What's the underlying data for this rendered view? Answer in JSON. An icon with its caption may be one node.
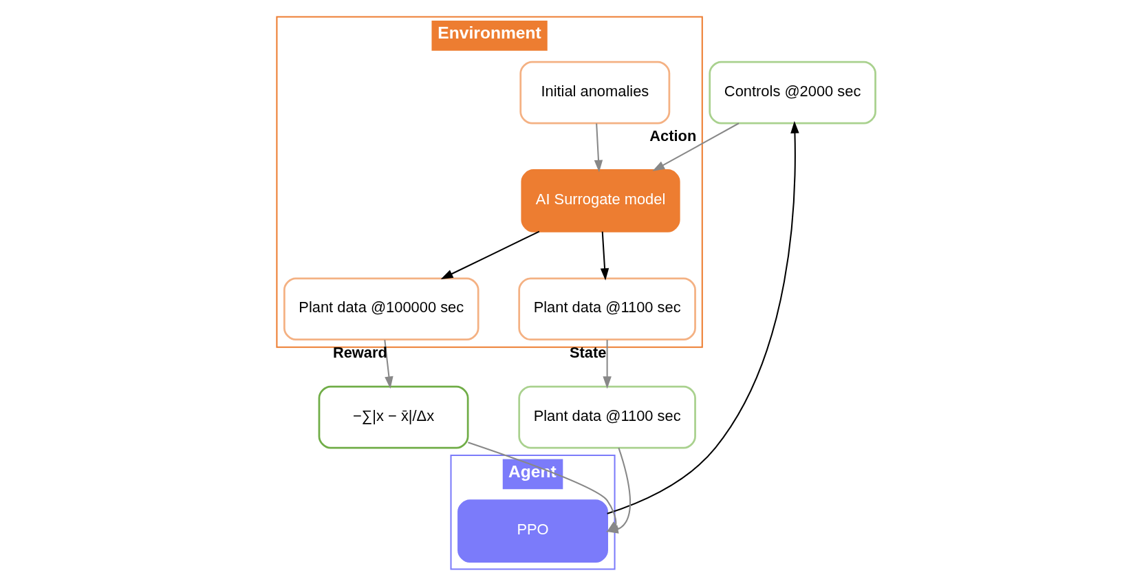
{
  "diagram": {
    "nodes": [
      {
        "text": [
          "Environment"
        ]
      },
      {
        "text": [
          "Initial anomalies"
        ],
        "in": 0
      },
      {
        "text": [
          "AI Surrogate model"
        ],
        "in": 0
      },
      {
        "text": [
          "Plant data @100000 sec"
        ],
        "in": 0
      },
      {
        "text": [
          "Plant data @1100 sec"
        ],
        "in": 0
      },
      {
        "text": [
          "Agent"
        ]
      },
      {
        "text": [
          "PPO"
        ],
        "in": 5
      },
      {
        "text": [
          "Controls @2000 sec"
        ]
      },
      {
        "text": [
          "Plant data @1100 sec"
        ]
      },
      {
        "text": [
          "−∑|x − x̄|/Δx"
        ]
      }
    ],
    "edges": [
      {
        "from": 1,
        "to": 2,
        "arrow": "to"
      },
      {
        "from": 7,
        "to": 2,
        "arrow": "to",
        "label": "Action"
      },
      {
        "from": 2,
        "to": 3,
        "arrow": "to",
        "color": "#000000"
      },
      {
        "from": 2,
        "to": 4,
        "arrow": "to",
        "color": "#000000"
      },
      {
        "from": 4,
        "to": 8,
        "arrow": "to",
        "label": "State"
      },
      {
        "from": 3,
        "to": 9,
        "arrow": "to",
        "label": "Reward"
      },
      {
        "from": 8,
        "to": 6,
        "arrow": "to"
      },
      {
        "from": 9,
        "to": 6,
        "arrow": "to"
      },
      {
        "from": 6,
        "to": 7,
        "arrow": "to",
        "color": "#000000"
      }
    ]
  }
}
